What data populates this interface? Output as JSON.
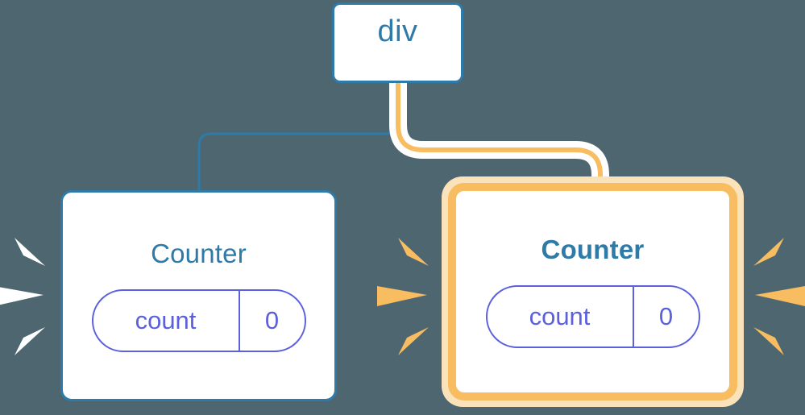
{
  "diagram": {
    "type": "component-tree",
    "background_color": "#4d6670",
    "description": "React component tree showing a div parent with two Counter children; the right Counter is highlighted as re-rendered."
  },
  "colors": {
    "background": "#4d6670",
    "blue": "#2e7aa8",
    "amber": "#f9bd61",
    "amber_halo": "#fae2ba",
    "indigo": "#5b60dd",
    "white": "#ffffff"
  },
  "nodes": {
    "root": {
      "label": "div",
      "highlighted": false,
      "border_color": "#2e7aa8"
    },
    "counter_left": {
      "label": "Counter",
      "highlighted": false,
      "border_color": "#2e7aa8",
      "state": {
        "key": "count",
        "value": "0"
      }
    },
    "counter_right": {
      "label": "Counter",
      "highlighted": true,
      "border_color": "#f9bd61",
      "state": {
        "key": "count",
        "value": "0"
      }
    }
  },
  "connectors": [
    {
      "name": "div-to-counter-left",
      "color": "#2e7aa8",
      "style": "thin",
      "highlighted": false
    },
    {
      "name": "div-to-counter-right",
      "color": "#f9bd61",
      "style": "thick-with-white-halo",
      "highlighted": true
    }
  ],
  "bursts": [
    {
      "name": "burst-left-of-counter-left",
      "color": "#ffffff",
      "rays": 3
    },
    {
      "name": "burst-right-of-counter-left",
      "color": "#f9bd61",
      "rays": 3
    },
    {
      "name": "burst-right-of-counter-right",
      "color": "#f9bd61",
      "rays": 3
    }
  ]
}
